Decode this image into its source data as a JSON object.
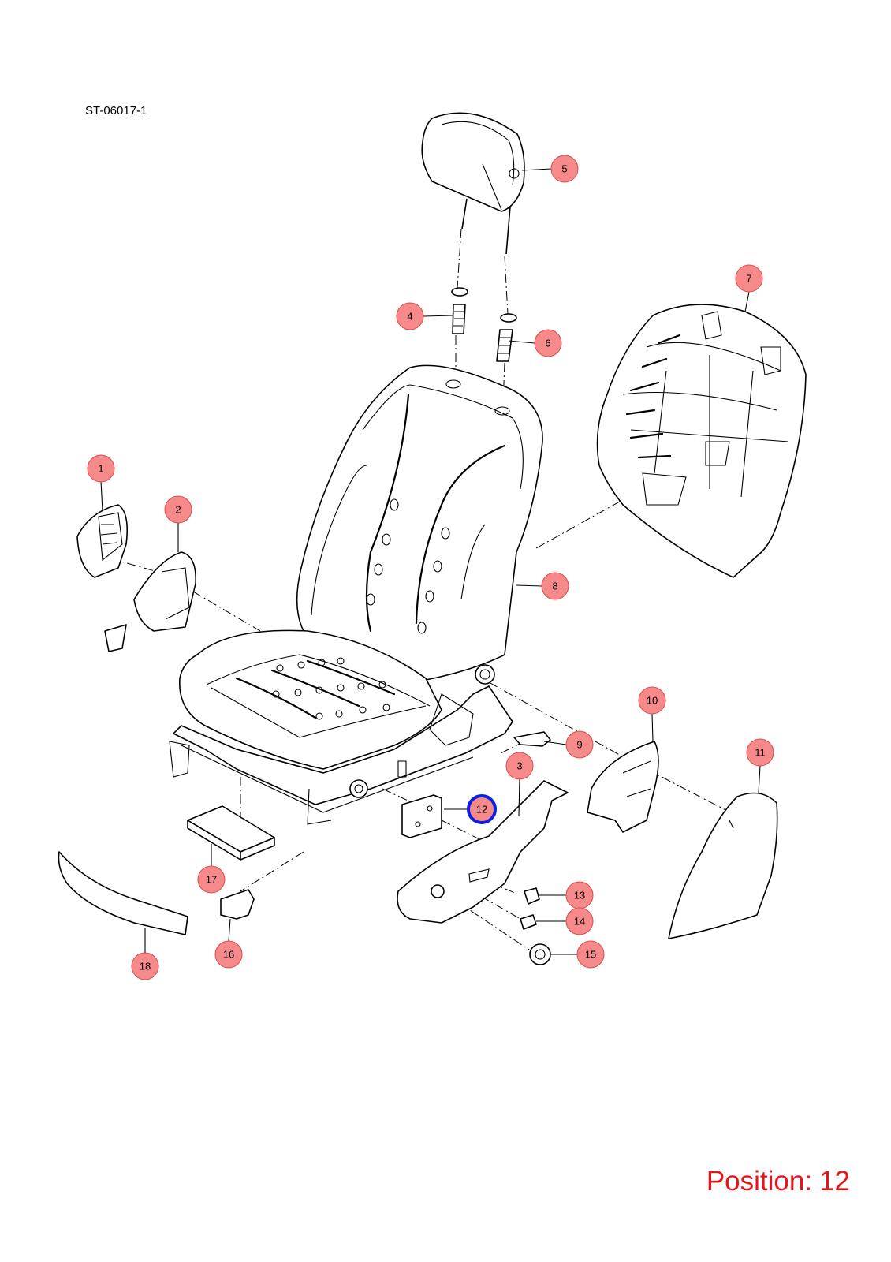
{
  "drawing_id": "ST-06017-1",
  "position": {
    "label": "Position:",
    "value": "12"
  },
  "callouts": [
    "1",
    "2",
    "3",
    "4",
    "5",
    "6",
    "7",
    "8",
    "9",
    "10",
    "11",
    "12",
    "13",
    "14",
    "15",
    "16",
    "17",
    "18"
  ],
  "selected_callout": "12",
  "colors": {
    "callout_fill": "#f68a8a",
    "callout_stroke": "#d94c4c",
    "selection": "#0a1fe0",
    "position_text": "#e8141a"
  }
}
